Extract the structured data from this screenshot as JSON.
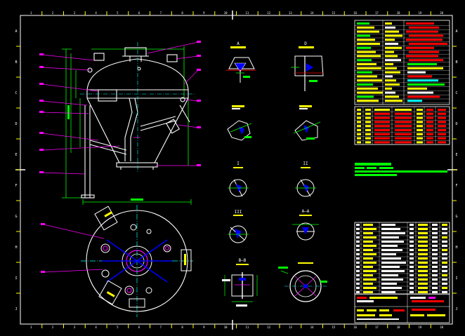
{
  "sheet": {
    "colors": {
      "background": "#000000",
      "frame": "#ffffff",
      "zone_marks": "#ffff00",
      "geometry": "#ffffff",
      "dimensions": "#00ff00",
      "leaders": "#ff00ff",
      "hidden": "#ff0000",
      "centerline": "#00ffff",
      "section_fill": "#0000ff",
      "table_green": "#00ff00",
      "table_yellow": "#ffff00",
      "table_red": "#ff0000",
      "table_white": "#ffffff",
      "table_cyan": "#00ffff"
    },
    "column_numbers": [
      "1",
      "2",
      "3",
      "4",
      "5",
      "6",
      "7",
      "8",
      "9",
      "10",
      "11",
      "12",
      "13",
      "14",
      "15",
      "16",
      "17",
      "18",
      "19",
      "20"
    ],
    "row_letters": [
      "A",
      "B",
      "C",
      "D",
      "E",
      "F",
      "G",
      "H",
      "I",
      "J"
    ]
  },
  "section_labels": {
    "a": "A",
    "d": "D",
    "roman_1": "I",
    "roman_2": "II",
    "roman_3": "III",
    "a_a": "A—A",
    "b_b": "B—B"
  }
}
